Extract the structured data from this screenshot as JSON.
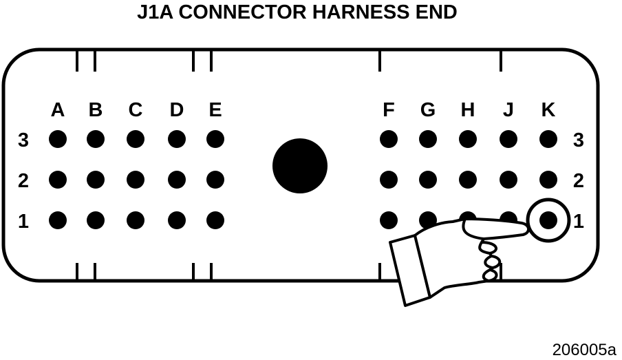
{
  "title": "J1A CONNECTOR HARNESS END",
  "figure_id": "206005a",
  "columns_left": [
    "A",
    "B",
    "C",
    "D",
    "E"
  ],
  "columns_right": [
    "F",
    "G",
    "H",
    "J",
    "K"
  ],
  "rows": [
    "3",
    "2",
    "1"
  ],
  "highlighted_pin": {
    "column": "K",
    "row": "1"
  },
  "colors": {
    "ink": "#000000",
    "paper": "#ffffff"
  },
  "icons": [
    "pointing-hand-icon",
    "center-key-dot"
  ]
}
